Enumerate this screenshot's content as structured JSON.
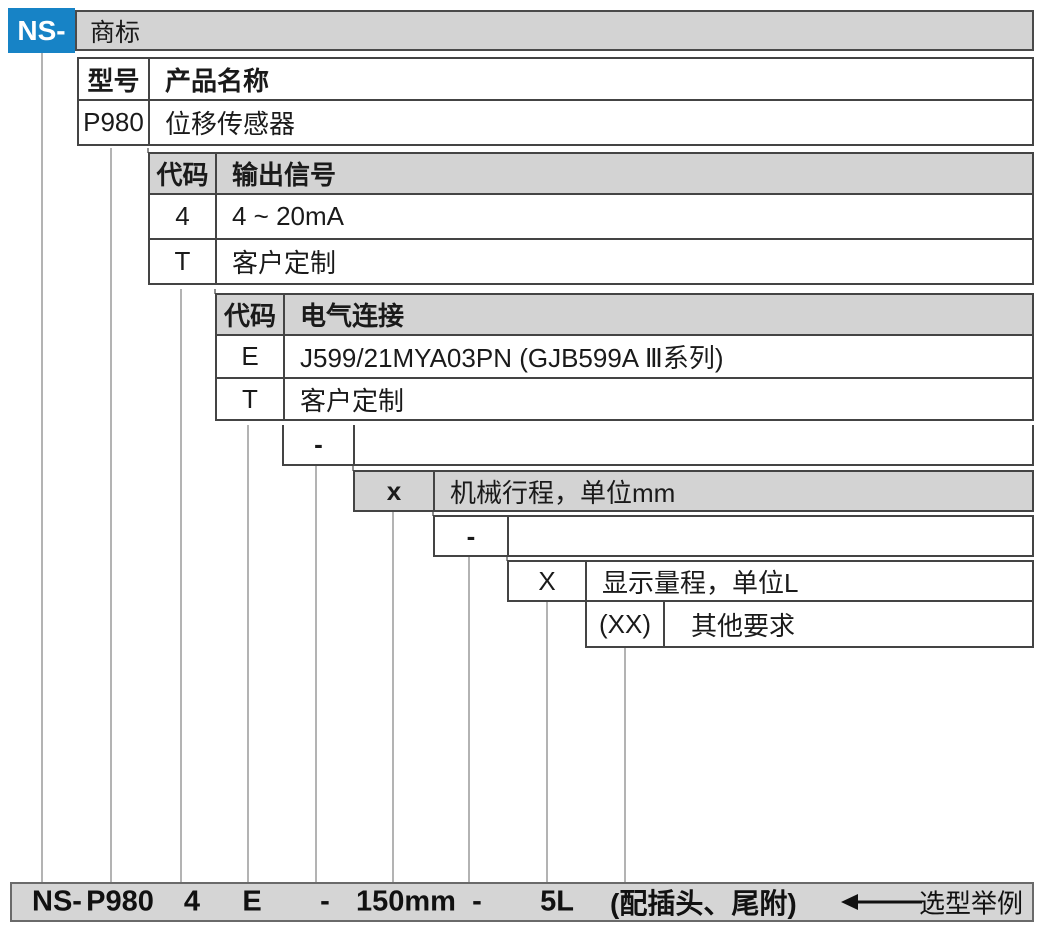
{
  "colors": {
    "brand_blue": "#1783c6",
    "header_gray": "#d3d3d3",
    "table_border": "#444444",
    "connector_gray": "#b3b3b3",
    "example_bar_gray": "#d5d5d5"
  },
  "brand_box": {
    "label": "NS-"
  },
  "trademark_bar": {
    "label": "商标"
  },
  "model_table": {
    "header_code": "型号",
    "header_name": "产品名称",
    "rows": [
      {
        "code": "P980",
        "name": "位移传感器"
      }
    ]
  },
  "output_signal_table": {
    "header_code": "代码",
    "header_name": "输出信号",
    "rows": [
      {
        "code": "4",
        "name": "4 ~ 20mA"
      },
      {
        "code": "T",
        "name": "客户定制"
      }
    ]
  },
  "electrical_table": {
    "header_code": "代码",
    "header_name": "电气连接",
    "rows": [
      {
        "code": "E",
        "name": "J599/21MYA03PN (GJB599A Ⅲ系列)"
      },
      {
        "code": "T",
        "name": "客户定制"
      }
    ]
  },
  "separator_row_1": {
    "code": "-"
  },
  "mechanical_stroke_row": {
    "code": "x",
    "name": "机械行程，单位mm"
  },
  "separator_row_2": {
    "code": "-"
  },
  "display_range_row": {
    "code": "X",
    "name": "显示量程，单位L"
  },
  "other_requirements_row": {
    "code": "(XX)",
    "name": "其他要求"
  },
  "example_bar": {
    "tokens": [
      "NS-",
      "P980",
      "4",
      "E",
      "-",
      "150mm",
      "-",
      "5L",
      "(配插头、尾附)"
    ],
    "caption": "选型举例"
  }
}
